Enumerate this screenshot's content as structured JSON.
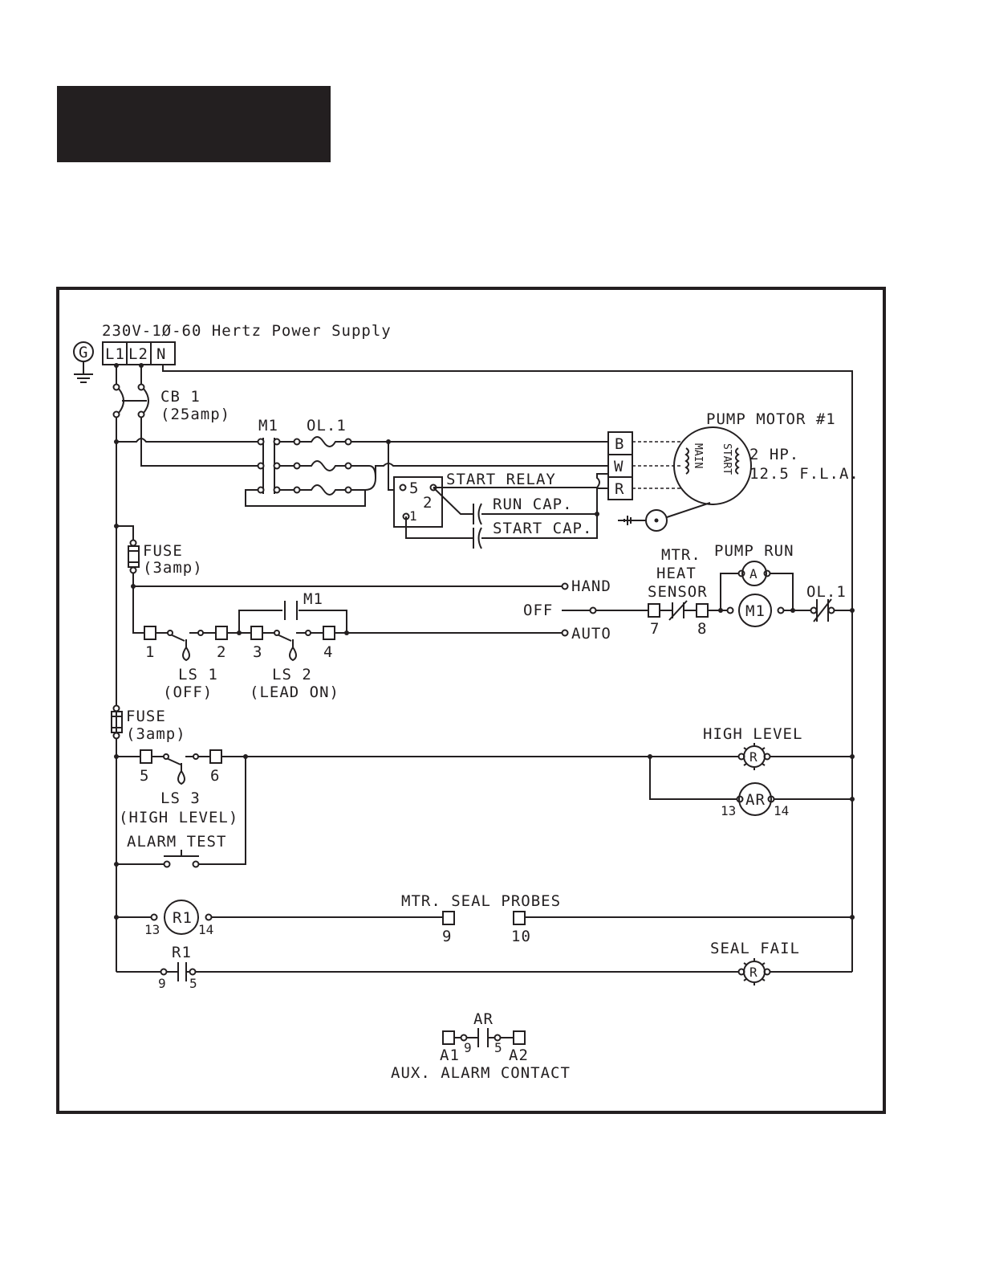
{
  "power_supply": {
    "title": "230V-1Ø-60 Hertz Power Supply",
    "terminals": [
      "L1",
      "L2",
      "N"
    ],
    "ground": "G"
  },
  "breaker": {
    "name": "CB 1",
    "rating": "(25amp)"
  },
  "contactor": {
    "main": "M1",
    "overload": "OL.1"
  },
  "motor": {
    "title": "PUMP MOTOR #1",
    "hp": "2 HP.",
    "fla": "12.5 F.L.A.",
    "leads": [
      "B",
      "W",
      "R"
    ],
    "windings": {
      "main": "MAIN",
      "start": "START"
    }
  },
  "start_relay": {
    "label": "START RELAY",
    "pins": [
      "5",
      "2",
      "1"
    ]
  },
  "capacitors": {
    "run": "RUN CAP.",
    "start": "START CAP."
  },
  "fuse1": {
    "name": "FUSE",
    "rating": "(3amp)"
  },
  "fuse2": {
    "name": "FUSE",
    "rating": "(3amp)"
  },
  "selector": {
    "hand": "HAND",
    "off": "OFF",
    "auto": "AUTO"
  },
  "level_switches": {
    "ls1": {
      "name": "LS 1",
      "desc": "(OFF)",
      "terms": [
        "1",
        "2"
      ]
    },
    "ls2": {
      "name": "LS 2",
      "desc": "(LEAD ON)",
      "terms": [
        "3",
        "4"
      ]
    },
    "ls3": {
      "name": "LS 3",
      "desc": "(HIGH LEVEL)",
      "terms": [
        "5",
        "6"
      ]
    },
    "m1_aux": "M1"
  },
  "heat_sensor": {
    "line1": "MTR.",
    "line2": "HEAT",
    "line3": "SENSOR",
    "terms": [
      "7",
      "8"
    ]
  },
  "pump_run": {
    "label": "PUMP RUN",
    "lamp": "A",
    "coil": "M1",
    "overload": "OL.1"
  },
  "high_level": {
    "label": "HIGH LEVEL",
    "lamp": "R",
    "relay": "AR",
    "terms": [
      "13",
      "14"
    ]
  },
  "alarm_test": {
    "label": "ALARM TEST"
  },
  "seal": {
    "relay": "R1",
    "relay_terms": [
      "13",
      "14"
    ],
    "probes_label": "MTR. SEAL PROBES",
    "probe_terms": [
      "9",
      "10"
    ],
    "contact": "R1",
    "contact_terms": [
      "9",
      "5"
    ],
    "fail_label": "SEAL FAIL",
    "fail_lamp": "R"
  },
  "aux_alarm": {
    "relay": "AR",
    "terms": [
      "A1",
      "A2"
    ],
    "contact_terms": [
      "9",
      "5"
    ],
    "label": "AUX. ALARM CONTACT"
  }
}
